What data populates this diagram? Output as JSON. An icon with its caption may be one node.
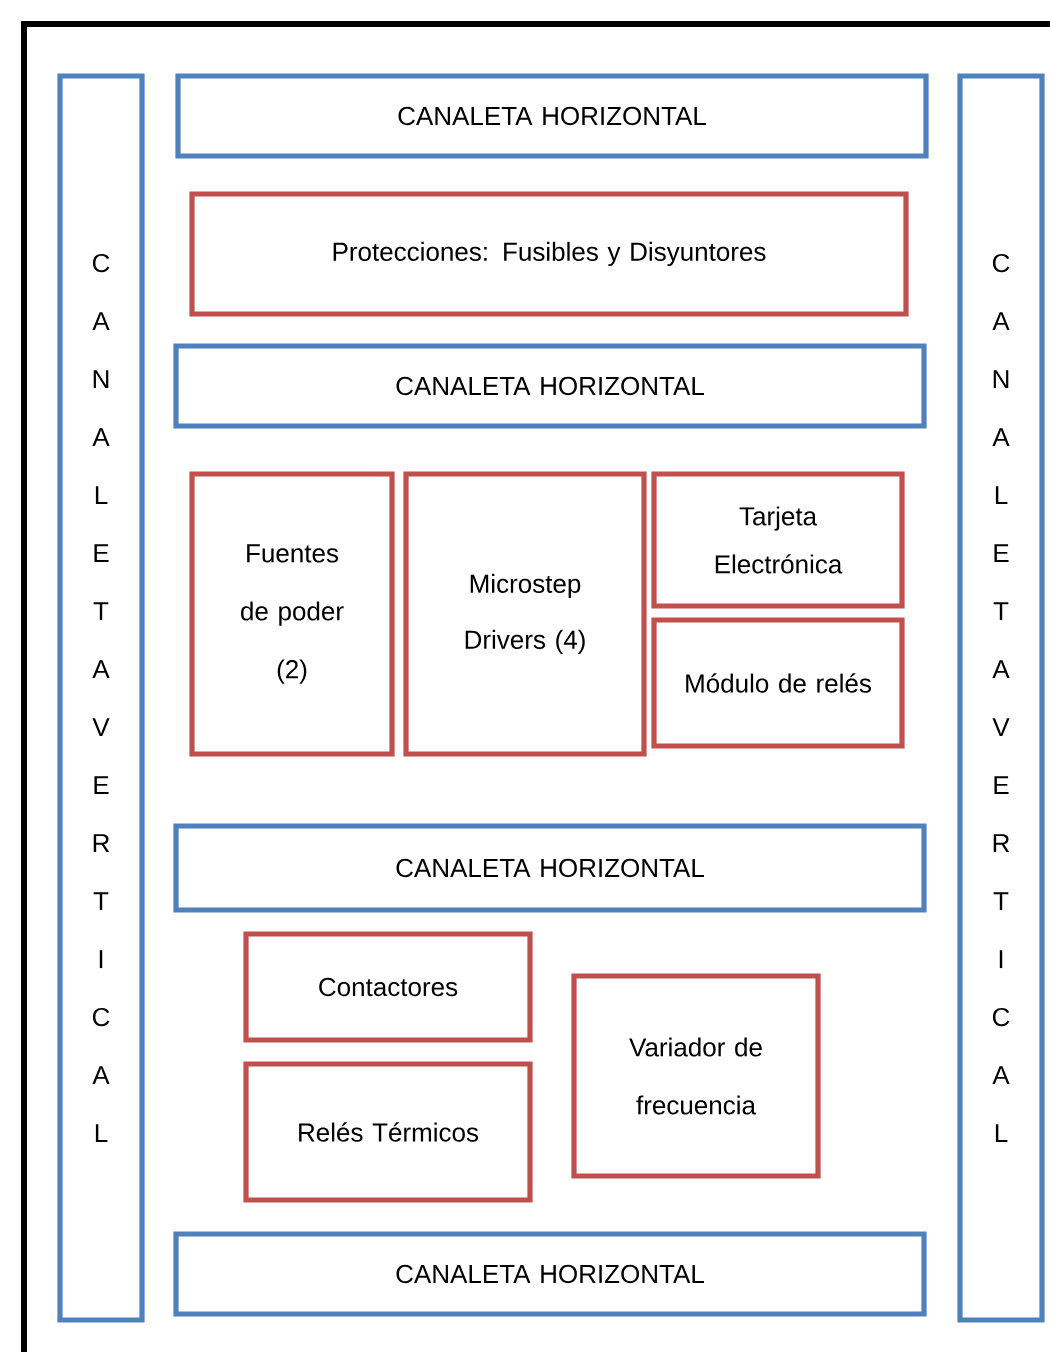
{
  "diagram": {
    "nodes": [
      {
        "text": [
          "C A N A L E T A V E R T I C A L"
        ]
      },
      {
        "text": [
          "CANALETA HORIZONTAL"
        ]
      },
      {
        "text": [
          "Protecciones: Fusibles y Disyuntores"
        ]
      },
      {
        "text": [
          "CANALETA HORIZONTAL"
        ]
      },
      {
        "text": [
          "Fuentes de poder (2)"
        ]
      },
      {
        "text": [
          "Microstep Drivers (4)"
        ]
      },
      {
        "text": [
          "Tarjeta Electrónica"
        ]
      },
      {
        "text": [
          "Módulo de relés"
        ]
      },
      {
        "text": [
          "CANALETA HORIZONTAL"
        ]
      },
      {
        "text": [
          "Contactores"
        ]
      },
      {
        "text": [
          "Relés Térmicos"
        ]
      },
      {
        "text": [
          "Variador de frecuencia"
        ]
      },
      {
        "text": [
          "CANALETA HORIZONTAL"
        ]
      },
      {
        "text": [
          "C A N A L E T A V E R T I C A L"
        ]
      }
    ]
  }
}
